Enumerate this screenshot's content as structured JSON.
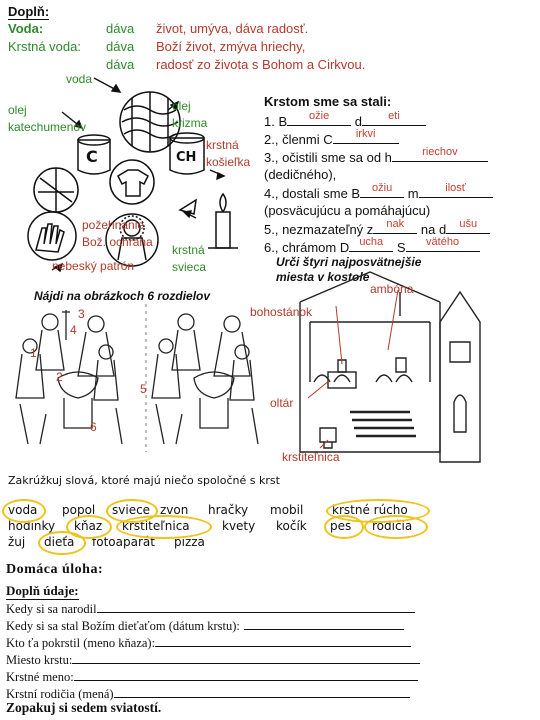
{
  "header": {
    "title": "Doplň:",
    "rows": [
      {
        "left": "Voda:",
        "mid": "dáva",
        "right": "život, umýva, dáva radosť."
      },
      {
        "left": "Krstná voda:",
        "mid": "dáva",
        "right": "Boží život, zmýva hriechy,"
      },
      {
        "left": "",
        "mid": "dáva",
        "right": "radosť  zo života s Bohom  a Cirkvou."
      }
    ]
  },
  "symbols": {
    "voda": "voda",
    "olej_kat_1": "olej",
    "olej_kat_2": "katechumenov",
    "olej_kr_1": "olej",
    "olej_kr_2": "krizma",
    "kosiel_1": "krstná",
    "kosiel_2": "košieľka",
    "poz_1": "požehnanie",
    "poz_2": "Bož. ochrana",
    "patron": "nebeský patrón",
    "svieca_1": "krstná",
    "svieca_2": "svieca"
  },
  "krstom": {
    "title": "Krstom sme sa stali:",
    "l1": {
      "a": "1. B",
      "f1": "ožie",
      "b": "d",
      "f2": "eti"
    },
    "l2": {
      "a": "2., členmi C",
      "f1": "irkvi"
    },
    "l3": {
      "a": "3., očistili sme sa od h",
      "f1": "riechov"
    },
    "l3b": "(dedičného),",
    "l4": {
      "a": "4., dostali sme B",
      "f1": "ožiu",
      "b": "m",
      "f2": "ilosť"
    },
    "l4b": "(posväcujúcu a pomáhajúcu)",
    "l5": {
      "a": "5., nezmazateľný z",
      "f1": "nak",
      "b": "na d",
      "f2": "ušu"
    },
    "l6": {
      "a": "6., chrámom D",
      "f1": "ucha",
      "b": "S",
      "f2": "vätého"
    }
  },
  "task2": {
    "line1": "Urči štyri najposvätnejšie",
    "line2": "miesta v kostole"
  },
  "church_labels": {
    "ambona": "ambóna",
    "bohostanok": "bohostánok",
    "oltar": "oltár",
    "krstitelnica": "krstiteľnica"
  },
  "diff_title": "Nájdi na obrázkoch 6 rozdielov",
  "diff_numbers": [
    "3",
    "4",
    "1",
    "2",
    "5",
    "6"
  ],
  "circle_task": {
    "title": "Zakrúžkuj slová, ktoré majú niečo spoločné s krst",
    "words": [
      "voda",
      "popol",
      "sviece",
      "zvon",
      "hračky",
      "mobil",
      "krstné rúcho",
      "hodinky",
      "kňaz",
      "krstiteľnica",
      "kvety",
      "kočík",
      "pes",
      "rodičia",
      "žuj",
      "dieťa",
      "fotoaparát",
      "pizza"
    ]
  },
  "homework": {
    "title": "Domáca úloha:",
    "subtitle": "Doplň údaje:",
    "lines": [
      "Kedy si sa narodil",
      "Kedy si sa stal Božím dieťaťom (dátum krstu):",
      "Kto ťa pokrstil (meno kňaza):",
      "Miesto krstu:",
      "Krstné meno:",
      "Krstní rodičia (mená)"
    ],
    "footer": "Zopakuj si sedem sviatostí."
  },
  "colors": {
    "green": "#2e8a2a",
    "red": "#b23a2a",
    "circle": "#f0c21c",
    "blank_fill": "#c44030"
  }
}
